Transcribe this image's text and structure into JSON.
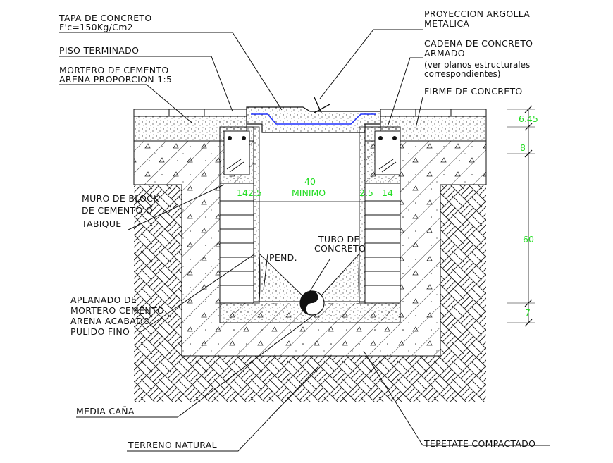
{
  "labels": {
    "tapa_line1": "TAPA DE CONCRETO",
    "tapa_line2": "F'c=150Kg/Cm2",
    "piso": "PISO TERMINADO",
    "mortero_line1": "MORTERO DE CEMENTO",
    "mortero_line2": "ARENA PROPORCION 1:5",
    "muro_line1": "MURO DE BLOCK",
    "muro_line2": "DE CEMENTO O",
    "muro_line3": "TABIQUE",
    "aplanado_line1": "APLANADO DE",
    "aplanado_line2": "MORTERO CEMENTO",
    "aplanado_line3": "ARENA ACABADO",
    "aplanado_line4": "PULIDO FINO",
    "media_cana": "MEDIA CAÑA",
    "terreno": "TERRENO NATURAL",
    "proyeccion_line1": "PROYECCION ARGOLLA",
    "proyeccion_line2": "METALICA",
    "cadena_line1": "CADENA DE CONCRETO",
    "cadena_line2": "ARMADO",
    "cadena_line3": "(ver planos estructurales",
    "cadena_line4": "correspondientes)",
    "firme": "FIRME DE CONCRETO",
    "tubo_line1": "TUBO DE",
    "tubo_line2": "CONCRETO",
    "pend": "PEND.",
    "tepetate": "TEPETATE COMPACTADO"
  },
  "dimensions": {
    "width_value": "40",
    "width_note": "MINIMO",
    "left_wall": "14",
    "left_finish": "2.5",
    "right_finish": "2.5",
    "right_wall": "14",
    "lid": "6.45",
    "chain": "8",
    "depth": "60",
    "base": "7"
  },
  "colors": {
    "dimension": "#22dd22",
    "rebar": "#2233ff",
    "lines": "#111111"
  }
}
